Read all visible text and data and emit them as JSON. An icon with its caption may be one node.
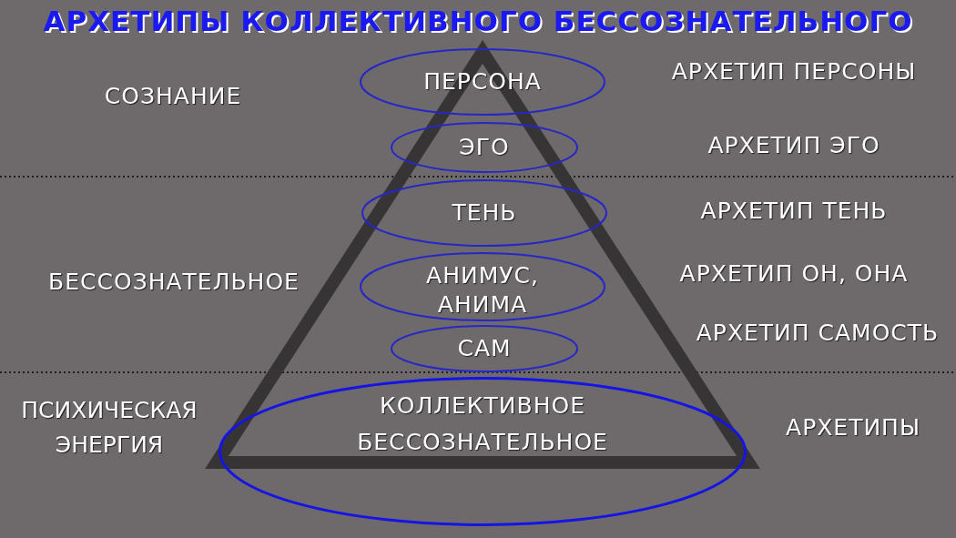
{
  "diagram": {
    "title": "АРХЕТИПЫ КОЛЛЕКТИВНОГО БЕССОЗНАТЕЛЬНОГО",
    "nodes": [
      {
        "text": [
          "ПЕРСОНА"
        ]
      },
      {
        "text": [
          "ЭГО"
        ]
      },
      {
        "text": [
          "ТЕНЬ"
        ]
      },
      {
        "text": [
          "АНИМУС, АНИМА"
        ]
      },
      {
        "text": [
          "САМ"
        ]
      },
      {
        "text": [
          "КОЛЛЕКТИВНОЕ БЕССОЗНАТЕЛЬНОЕ"
        ]
      }
    ],
    "labels": [
      "СОЗНАНИЕ",
      "АРХЕТИП ПЕРСОНЫ",
      "АРХЕТИП ЭГО",
      "АРХЕТИП ТЕНЬ",
      "БЕССОЗНАТЕЛЬНОЕ",
      "АРХЕТИП ОН, ОНА",
      "АРХЕТИП САМОСТЬ",
      "ПСИХИЧЕСКАЯ ЭНЕРГИЯ",
      "АРХЕТИПЫ"
    ]
  }
}
